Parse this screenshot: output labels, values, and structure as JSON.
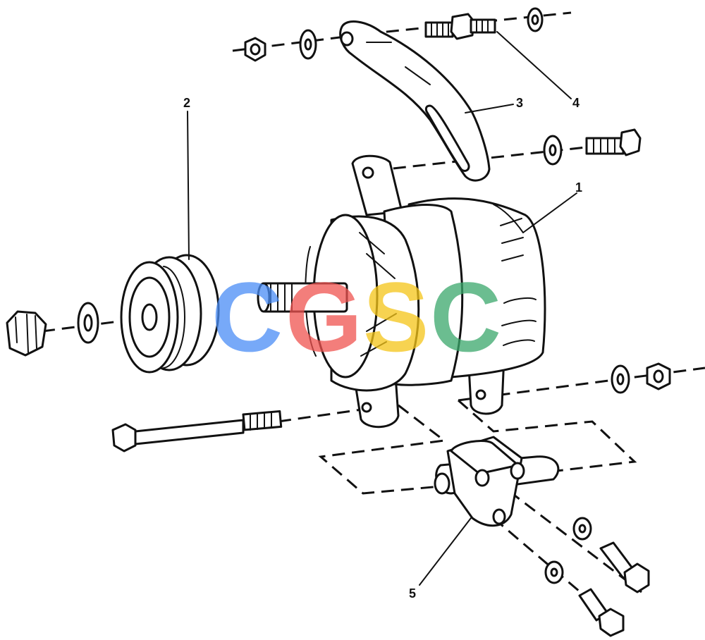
{
  "callouts": {
    "c1": "1",
    "c2": "2",
    "c3": "3",
    "c4": "4",
    "c5": "5"
  },
  "watermark": {
    "letters": [
      "C",
      "G",
      "S",
      "C"
    ],
    "colors": [
      "#4a8df6",
      "#ef5350",
      "#f5c518",
      "#3aa86b"
    ]
  }
}
